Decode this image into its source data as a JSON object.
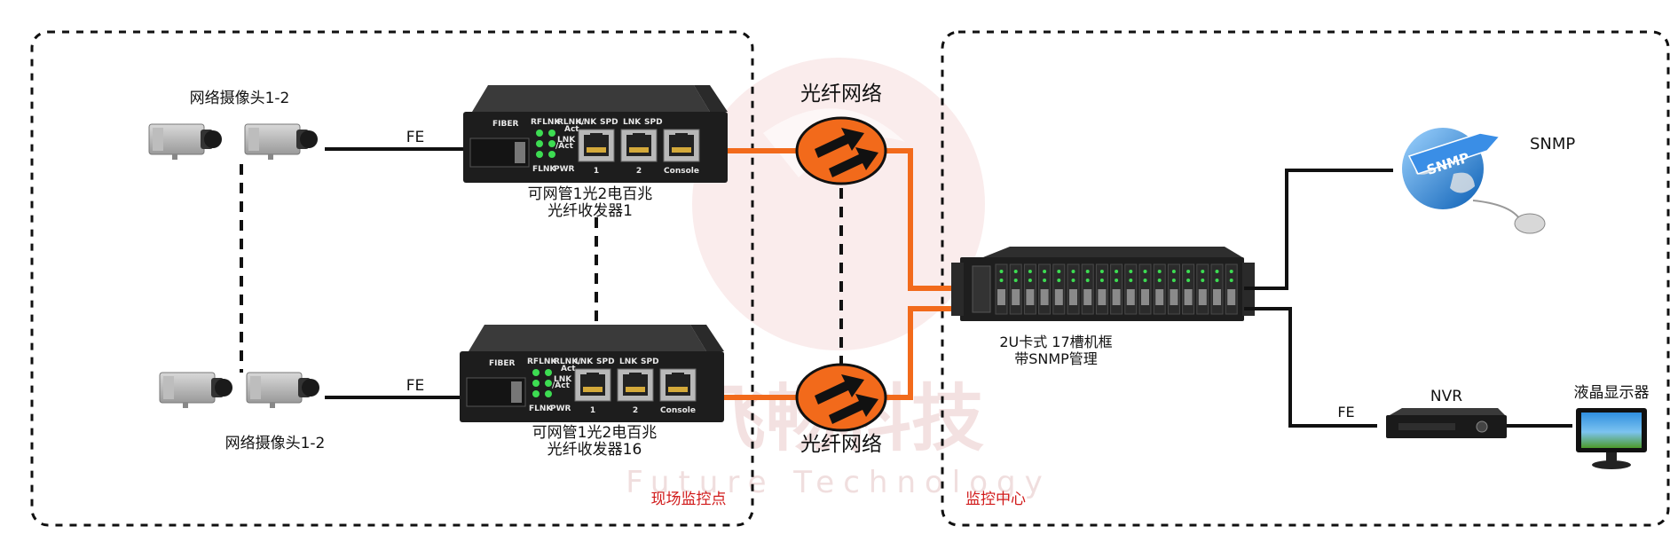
{
  "watermark": {
    "title_cn": "飞畅科技",
    "subtitle_en": "Future Technology"
  },
  "site": {
    "zone_label": "现场监控点",
    "camera_group_top": "网络摄像头1-2",
    "camera_group_bottom": "网络摄像头1-2",
    "link_fe_top": "FE",
    "link_fe_bottom": "FE",
    "converter_top": {
      "line1": "可网管1光2电百兆",
      "line2": "光纤收发器1"
    },
    "converter_bottom": {
      "line1": "可网管1光2电百兆",
      "line2": "光纤收发器16"
    },
    "panel": {
      "fiber": "FIBER",
      "rflnk": "RFLNK",
      "rlnk_act": "RLNK/",
      "act": "Act",
      "lnk_act": "LNK",
      "lnk_act2": "/Act",
      "flnk": "FLNK",
      "pwr": "PWR",
      "lnk": "LNK",
      "spd": "SPD",
      "port1": "1",
      "port2": "2",
      "console": "Console"
    }
  },
  "network": {
    "label_top": "光纤网络",
    "label_bottom": "光纤网络"
  },
  "center": {
    "zone_label": "监控中心",
    "chassis": {
      "line1": "2U卡式 17槽机框",
      "line2": "带SNMP管理"
    },
    "snmp_label": "SNMP",
    "snmp_globe_text": "SNMP",
    "nvr_label": "NVR",
    "link_fe": "FE",
    "monitor_label": "液晶显示器"
  },
  "colors": {
    "fiber": "#f26a1b",
    "zone_label": "#c8161d",
    "device_body": "#1d1d1d",
    "watermark": "#f6dcdc"
  }
}
